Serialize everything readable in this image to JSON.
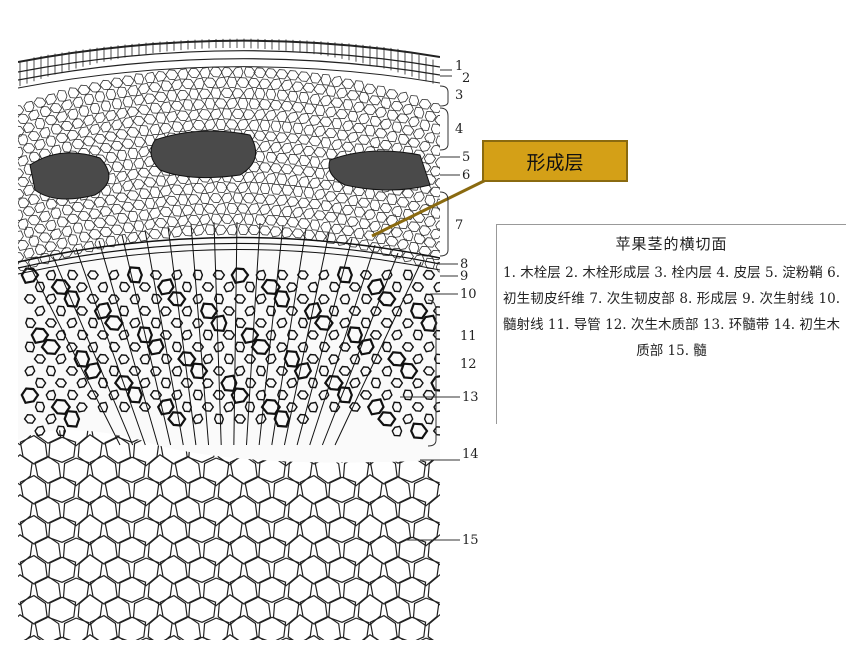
{
  "figure": {
    "callout": {
      "text": "形成层",
      "color": "#d4a017"
    },
    "legend": {
      "title": "苹果茎的横切面",
      "body": "1. 木栓层  2. 木栓形成层  3. 栓内层  4. 皮层  5. 淀粉鞘  6. 初生韧皮纤维  7. 次生韧皮部  8. 形成层  9. 次生射线  10. 髓射线  11. 导管  12. 次生木质部  13. 环髓带  14. 初生木质部  15. 髓"
    },
    "labels": [
      "1",
      "2",
      "3",
      "4",
      "5",
      "6",
      "7",
      "8",
      "9",
      "10",
      "11",
      "12",
      "13",
      "14",
      "15"
    ]
  }
}
